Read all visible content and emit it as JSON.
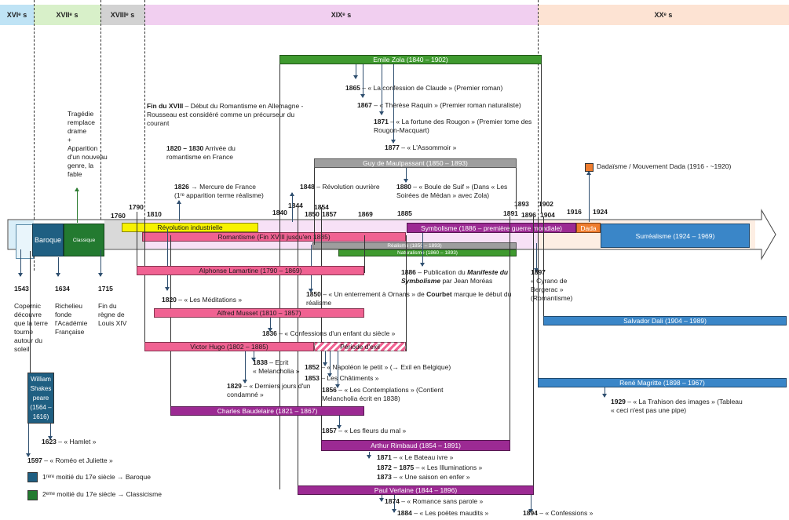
{
  "centuries": {
    "c16": "XVIᵉ s",
    "c17": "XVIIᵉ s",
    "c18": "XVIIIᵉ s",
    "c19": "XIXᵉ s",
    "c20": "XXᵉ s"
  },
  "colors": {
    "zola": "#3f9a2f",
    "maupassant": "#9e9e9e",
    "romantic": "#f06292",
    "purple": "#9c2a93",
    "blue": "#3a86c8",
    "orange": "#ef7d2f",
    "baroque": "#1f5f82",
    "classique": "#237a30",
    "yellow": "#f7f200"
  },
  "bars": {
    "baroque": "Baroque",
    "classique": "Classique",
    "revolution": "Révolution industrielle",
    "romantisme": "Romantisme (Fin XVIII jusqu'en 1885)",
    "symbolisme": "Symbolisme (1886 – première guerre mondiale)",
    "realisme": "Réalisme (1850 – 1893)",
    "naturalisme": "Naturalisme (1860 – 1893)",
    "dada": "Dada",
    "surrealisme": "Surréalisme (1924 – 1969)",
    "zola": "Emile Zola (1840 – 1902)",
    "maupassant": "Guy de Mautpassant (1850 – 1893)",
    "lamartine": "Alphonse Lamartine (1790 – 1869)",
    "musset": "Alfred Musset (1810 – 1857)",
    "hugo": "Victor Hugo (1802 – 1885)",
    "exil": "Période d'exil",
    "baudelaire": "Charles Baudelaire (1821 – 1867)",
    "rimbaud": "Arthur Rimbaud (1854 – 1891)",
    "verlaine": "Paul Verlaine (1844 – 1896)",
    "dali": "Salvador Dali (1904 – 1989)",
    "magritte": "René Magritte (1898 – 1967)",
    "shakespeare_1": "William",
    "shakespeare_2": "Shakes",
    "shakespeare_3": "peare",
    "shakespeare_4": "(1564 –",
    "shakespeare_5": "1616)"
  },
  "years": {
    "y1760": "1760",
    "y1790": "1790",
    "y1810": "1810",
    "y1840": "1840",
    "y1844": "1844",
    "y1850": "1850",
    "y1854": "1854",
    "y1857": "1857",
    "y1869": "1869",
    "y1885": "1885",
    "y1891": "1891",
    "y1893": "1893",
    "y1896": "1896",
    "y1902": "1902",
    "y1904": "1904",
    "y1916": "1916",
    "y1924": "1924"
  },
  "notes": {
    "n1543y": "1543",
    "n1543a": "Copernic",
    "n1543b": "découvre",
    "n1543c": "que la terre",
    "n1543d": "tourne",
    "n1543e": "autour du",
    "n1543f": "soleil",
    "n1634y": "1634",
    "n1634a": "Richelieu",
    "n1634b": "fonde",
    "n1634c": "l'Académie",
    "n1634d": "Française",
    "n1715y": "1715",
    "n1715a": "Fin du",
    "n1715b": "règne de",
    "n1715c": "Louis XIV",
    "trag1": "Tragédie",
    "trag2": "remplace",
    "trag3": "drame",
    "trag4": "+",
    "trag5": "Apparition",
    "trag6": "d'un nouveau",
    "trag7": "genre, la",
    "trag8": "fable",
    "finxviii_b": "Fin du XVIII",
    "finxviii_1": " – Début du Romantisme en Allemagne -",
    "finxviii_2": "Rousseau est considéré comme un précurseur du",
    "finxviii_3": "courant",
    "r1820_1": "1820 – 1830",
    "r1820_1b": " Arrivée du",
    "r1820_2": "romantisme en France",
    "m1826_y": "1826",
    "m1826_1": " → Mercure de France",
    "m1826_2": "(1ʳᵉ apparition terme réalisme)",
    "rev1848_y": "1848",
    "rev1848": " – Révolution ouvrière",
    "z1865_y": "1865",
    "z1865": " – « La confession de Claude » (Premier roman)",
    "z1867_y": "1867",
    "z1867": " – « Thérèse Raquin » (Premier roman naturaliste)",
    "z1871_y": "1871",
    "z1871a": " – « La fortune des Rougon » (Premier tome des",
    "z1871b": "Rougon-Macquart)",
    "z1877_y": "1877",
    "z1877": " – « L'Assommoir »",
    "m1880_y": "1880",
    "m1880a": " – « Boule de Suif » (Dans « Les",
    "m1880b": "Soirées de Médan » avec Zola)",
    "dada": "Dadaïsme / Mouvement Dada (1916 - ~1920)",
    "s1886_y": "1886",
    "s1886a": " – Publication du ",
    "s1886i": "Manifeste du",
    "s1886b": "Symbolisme",
    "s1886c": " par Jean Moréas",
    "c1897_y": "1897",
    "c1897a": "« Cyrano de",
    "c1897b": "Bergerac »",
    "c1897c": "(Romantisme)",
    "l1820_y": "1820",
    "l1820": " – « Les Méditations »",
    "co1850_y": "1850",
    "co1850a": " – « Un enterrement à Ornans » de ",
    "co1850b": "Courbet",
    "co1850c": " marque le début du",
    "co1850d": "réalisme",
    "mu1836_y": "1836",
    "mu1836": " – « Confessions d'un enfant du siècle »",
    "h1838_y": "1838",
    "h1838a": " – Ecrit",
    "h1838b": "« Melancholia »",
    "h1829_y": "1829",
    "h1829a": " – « Derniers jours d'un",
    "h1829b": "condamné »",
    "h1852_y": "1852",
    "h1852": " – « Napoléon le petit » (→ Exil en Belgique)",
    "h1853_y": "1853",
    "h1853": " – Les Châtiments »",
    "h1856_y": "1856",
    "h1856a": " – « Les Contemplations » (Contient",
    "h1856b": "Melancholia écrit en 1838)",
    "b1857_y": "1857",
    "b1857": " – « Les fleurs du mal »",
    "r1871_y": "1871",
    "r1871": " – « Le Bateau ivre »",
    "r1872_y": "1872 – 1875",
    "r1872": " – « Les Illuminations »",
    "r1873_y": "1873",
    "r1873": " – « Une saison en enfer »",
    "v1874_y": "1874",
    "v1874": " – « Romance sans parole »",
    "v1884_y": "1884",
    "v1884": " – « Les poètes maudits »",
    "v1894_y": "1894",
    "v1894": " – « Confessions »",
    "mg1929_y": "1929",
    "mg1929a": " – « La Trahison des images » (Tableau",
    "mg1929b": "« ceci n'est pas une pipe)",
    "s1623_y": "1623",
    "s1623": " – « Hamlet »",
    "s1597_y": "1597",
    "s1597": " – « Roméo et Juliette »",
    "leg1": "1ʳᵉʳᵉ moitié du 17e siècle → Baroque",
    "leg2": "2ᵉᵐᵉ moitié du 17e siècle → Classicisme"
  }
}
